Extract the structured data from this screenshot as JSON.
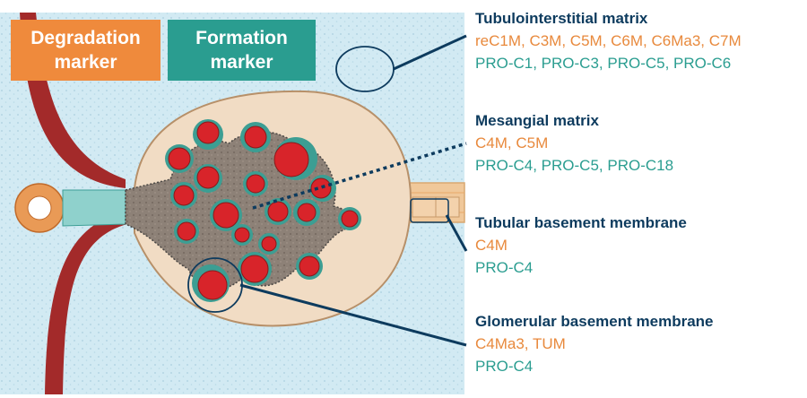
{
  "legend": {
    "degradation_marker": "Degradation marker",
    "formation_marker": "Formation marker",
    "degradation_color": "#ef8a3c",
    "formation_color": "#2a9d90"
  },
  "annotations": [
    {
      "title": "Tubulointerstitial matrix",
      "degradation": "reC1M, C3M, C5M, C6M, C6Ma3, C7M",
      "formation": "PRO-C1, PRO-C3, PRO-C5, PRO-C6"
    },
    {
      "title": "Mesangial matrix",
      "degradation": "C4M, C5M",
      "formation": "PRO-C4, PRO-C5, PRO-C18"
    },
    {
      "title": "Tubular basement membrane",
      "degradation": "C4M",
      "formation": "PRO-C4"
    },
    {
      "title": "Glomerular basement membrane",
      "degradation": "C4Ma3, TUM",
      "formation": "PRO-C4"
    }
  ],
  "colors": {
    "title_text": "#0d3b5e",
    "degradation_text": "#e8893c",
    "formation_text": "#2a9d90",
    "vessel": "#a32a2a",
    "capillary": "#d8242a",
    "bowman_space": "#f1dcc4",
    "mesangium": "#8c8178",
    "interstitium": "#cfe8f2"
  }
}
